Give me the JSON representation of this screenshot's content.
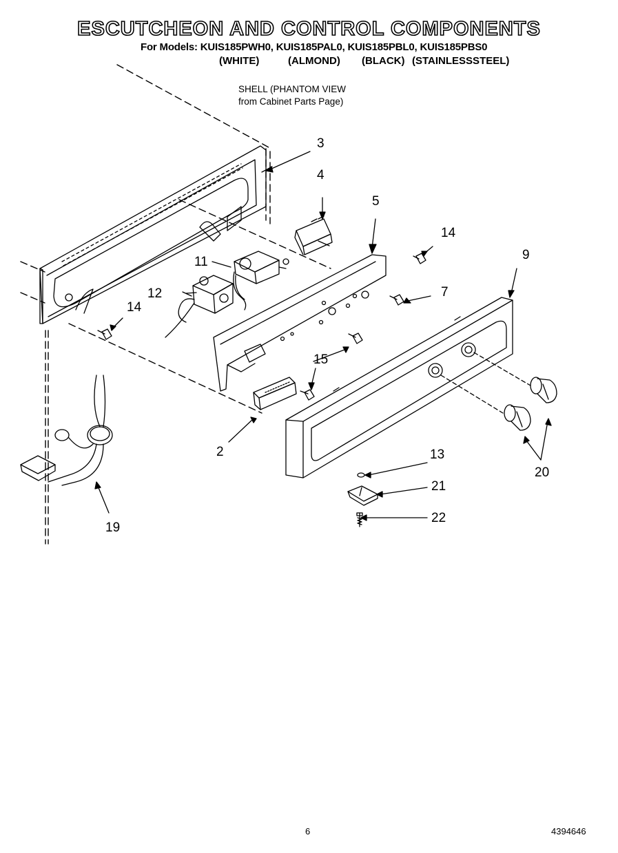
{
  "header": {
    "title": "ESCUTCHEON AND CONTROL COMPONENTS",
    "models_line": "For Models: KUIS185PWH0, KUIS185PAL0, KUIS185PBL0, KUIS185PBS0",
    "finishes": [
      "(WHITE)",
      "(ALMOND)",
      "(BLACK)",
      "(STAINLESSSTEEL)"
    ]
  },
  "note": {
    "line1": "SHELL (PHANTOM VIEW",
    "line2": "from Cabinet Parts Page)"
  },
  "callouts": [
    "3",
    "4",
    "5",
    "14",
    "11",
    "9",
    "12",
    "7",
    "14",
    "15",
    "2",
    "13",
    "20",
    "21",
    "22",
    "19"
  ],
  "footer": {
    "page_number": "6",
    "doc_number": "4394646"
  }
}
